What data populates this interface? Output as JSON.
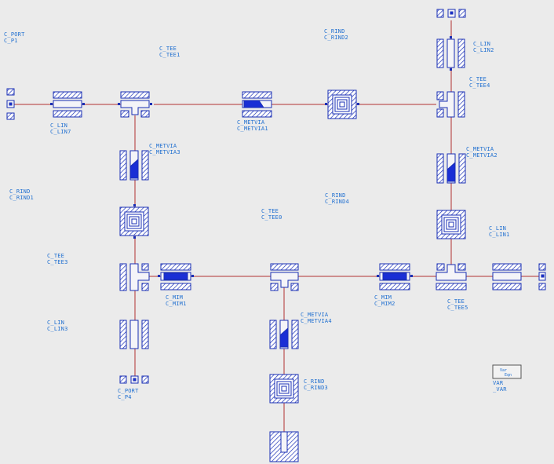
{
  "labels": {
    "c_p1_type": "C_PORT",
    "c_p1_name": "C_P1",
    "tee1_type": "C_TEE",
    "tee1_name": "C_TEE1",
    "rind2_type": "C_RIND",
    "rind2_name": "C_RIND2",
    "lin2_type": "C_LIN",
    "lin2_name": "C_LIN2",
    "tee4_type": "C_TEE",
    "tee4_name": "C_TEE4",
    "lin7_type": "C_LIN",
    "lin7_name": "C_LIN7",
    "metvia1_type": "C_METVIA",
    "metvia1_name": "C_METVIA1",
    "metvia3_type": "C_METVIA",
    "metvia3_name": "C_METVIA3",
    "metvia2_type": "C_METVIA",
    "metvia2_name": "C_METVIA2",
    "rind1_type": "C_RIND",
    "rind1_name": "C_RIND1",
    "rind4_type": "C_RIND",
    "rind4_name": "C_RIND4",
    "tee0_type": "C_TEE",
    "tee0_name": "C_TEE0",
    "lin1_type": "C_LIN",
    "lin1_name": "C_LIN1",
    "tee3_type": "C_TEE",
    "tee3_name": "C_TEE3",
    "mim1_type": "C_MIM",
    "mim1_name": "C_MIM1",
    "mim2_type": "C_MIM",
    "mim2_name": "C_MIM2",
    "tee5_type": "C_TEE",
    "tee5_name": "C_TEE5",
    "metvia4_type": "C_METVIA",
    "metvia4_name": "C_METVIA4",
    "lin3_type": "C_LIN",
    "lin3_name": "C_LIN3",
    "rind3_type": "C_RIND",
    "rind3_name": "C_RIND3",
    "c_p4_type": "C_PORT",
    "c_p4_name": "C_P4",
    "var_type": "VAR",
    "var_name": "_VAR",
    "var_box_line1": "Var",
    "var_box_line2": "Eqn"
  },
  "colors": {
    "background": "#ebebeb",
    "component": "#1a2fb5",
    "wire": "#b03030",
    "label": "#1f6fd0"
  }
}
